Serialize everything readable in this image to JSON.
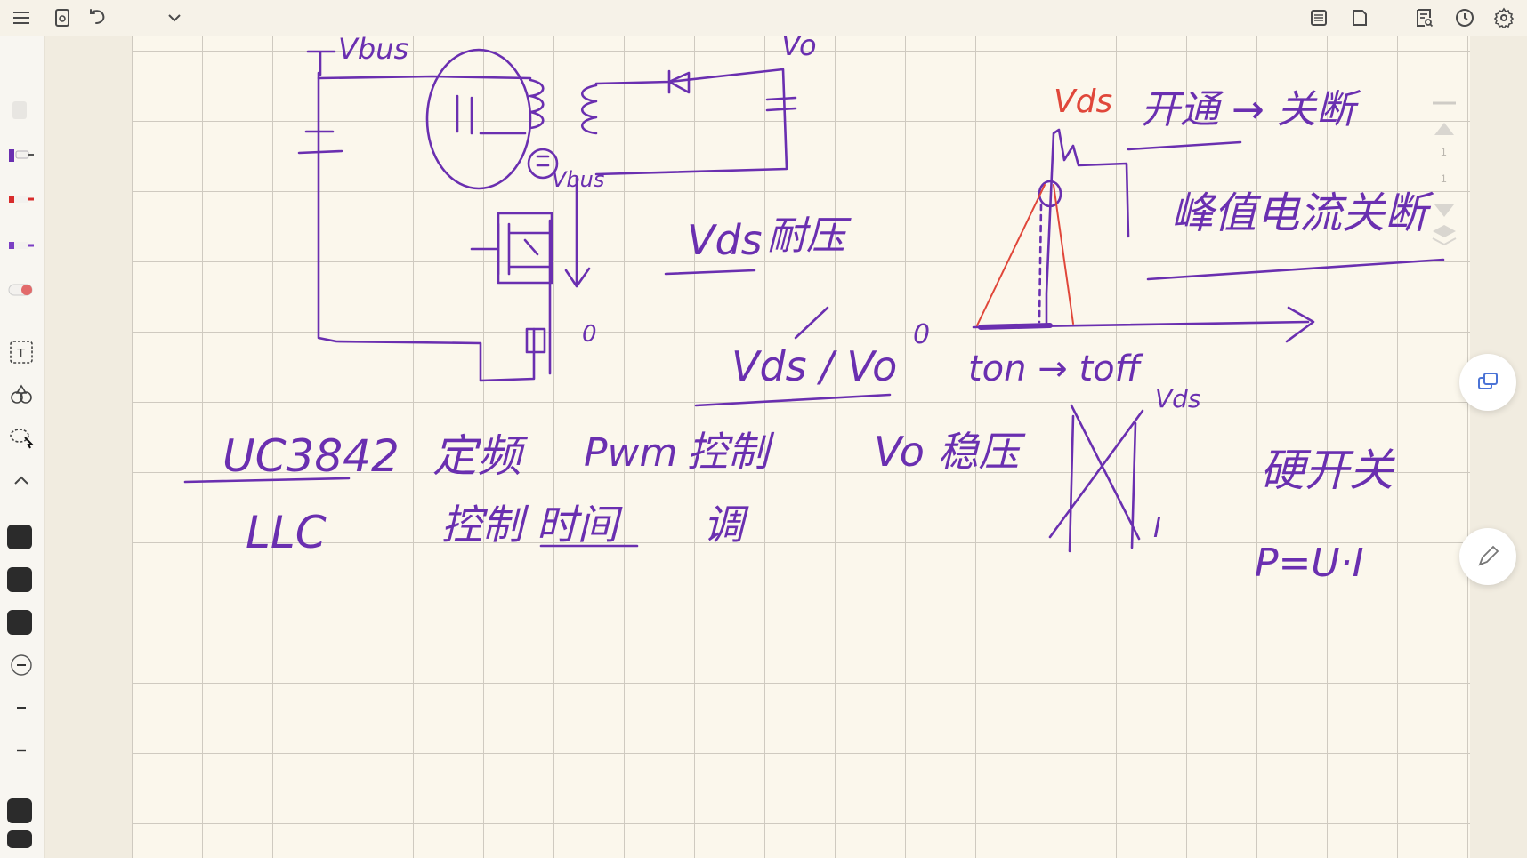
{
  "colors": {
    "ink_purple": "#6a2fb0",
    "ink_red": "#e0473a",
    "page_background": "#fbf7ec",
    "grid_line": "#cfcac0"
  },
  "toolbar": {
    "menu_icon": "hamburger-menu-icon",
    "file_icon": "document-icon",
    "undo_icon": "undo-arrow-icon",
    "dropdown_icon": "chevron-down-icon",
    "outline_icon": "list-outline-icon",
    "page_icon": "blank-page-icon",
    "notes_icon": "note-search-icon",
    "history_icon": "clock-icon",
    "settings_icon": "gear-icon"
  },
  "scroll_indicator": {
    "page_current": "1",
    "page_total": "1"
  },
  "notes": {
    "vbus_top": "Vbus",
    "vo_top": "Vo",
    "vbus_sense": "Vbus",
    "node_zero_left": "0",
    "vds_withstand_label": "Vds",
    "vds_withstand_cn": "耐压",
    "vds_vo_label": "Vds / Vo",
    "node_zero_mid": "0",
    "waveform_vds": "Vds",
    "turn_on_off_cn": "开通 → 关断",
    "peak_shutdown_cn": "峰值电流关断",
    "ton_toff": "ton → toff",
    "vds_overlap": "Vds",
    "current_i": "I",
    "chip_name": "UC3842",
    "fixed_freq_cn": "定频",
    "pwm": "Pwm",
    "control_cn": "控制",
    "vo_regulation_cn": "Vo 稳压",
    "topology": "LLC",
    "control_bottom_cn": "控制 时间",
    "adjust_cn": "调",
    "hard_switch_cn": "硬开关",
    "power_formula": "P=U·I"
  }
}
